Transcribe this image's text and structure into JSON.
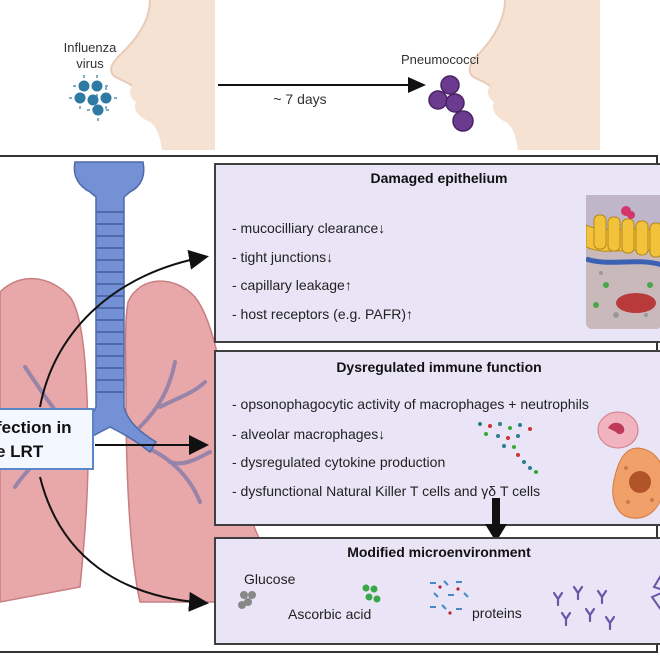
{
  "top": {
    "influenza_label": "Influenza\nvirus",
    "interval_label": "~ 7 days",
    "pneumococci_label": "Pneumococci"
  },
  "infection_label": {
    "line1": "fection in",
    "line2": "e LRT"
  },
  "panels": {
    "damaged": {
      "title": "Damaged epithelium",
      "items": [
        {
          "text": "- mucocilliary clearance",
          "arrow": "↓"
        },
        {
          "text": "- tight junctions",
          "arrow": "↓"
        },
        {
          "text": "- capillary leakage",
          "arrow": "↑"
        },
        {
          "text": "- host receptors (e.g. PAFR)",
          "arrow": "↑"
        }
      ]
    },
    "immune": {
      "title": "Dysregulated immune function",
      "items": [
        {
          "text": "- opsonophagocytic activity of macrophages + neutrophils",
          "arrow": ""
        },
        {
          "text": "- alveolar macrophages",
          "arrow": "↓"
        },
        {
          "text": "- dysregulated cytokine production",
          "arrow": ""
        },
        {
          "text": "- dysfunctional Natural Killer T cells and γδ T cells",
          "arrow": ""
        }
      ]
    },
    "micro": {
      "title": "Modified microenvironment",
      "glucose": "Glucose",
      "ascorbic": "Ascorbic acid",
      "proteins": "proteins"
    }
  },
  "colors": {
    "panel_bg": "#e9e4f6",
    "lung": "#e8a7a9",
    "trachea": "#6f8fd0",
    "pneumococci": "#6b3b8f",
    "virus": "#3a7fa6"
  }
}
